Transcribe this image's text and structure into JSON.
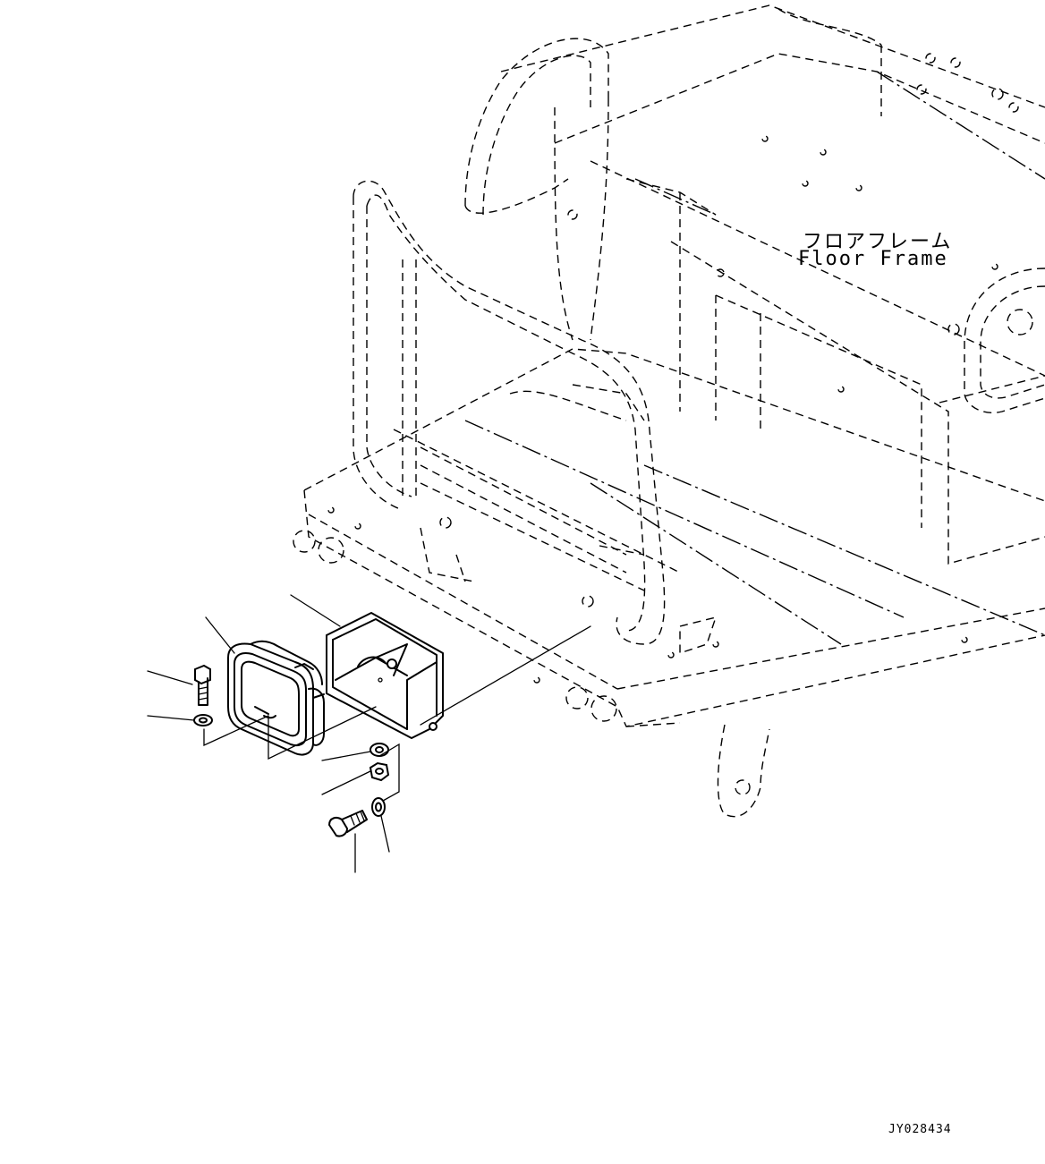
{
  "labels": {
    "floor_frame_jp": "フロアフレーム",
    "floor_frame_en": "Floor Frame"
  },
  "document_id": "JY028434"
}
